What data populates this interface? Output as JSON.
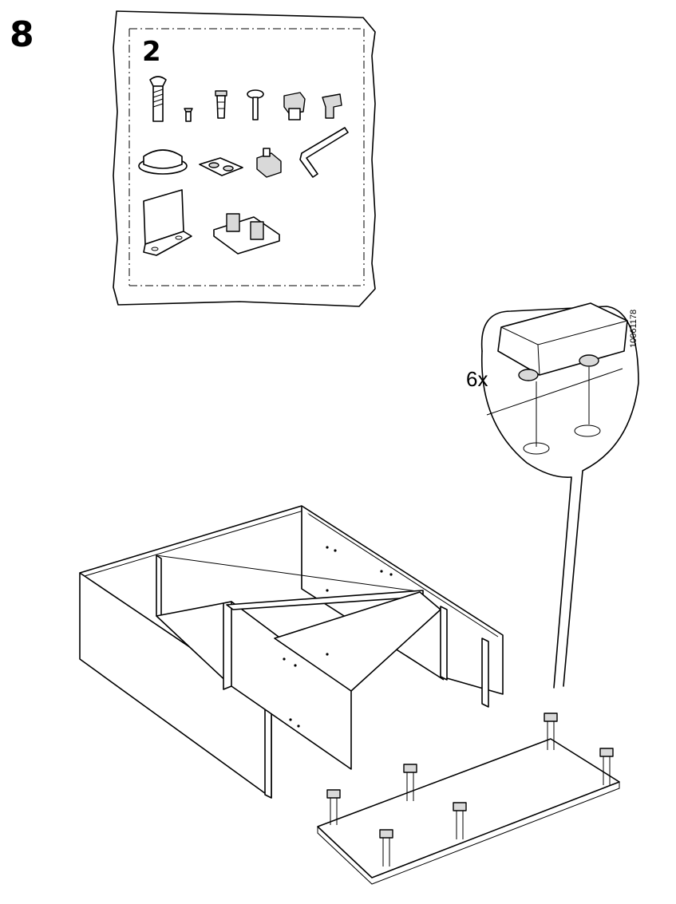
{
  "step": {
    "number": "8"
  },
  "hardware_bag": {
    "number": "2",
    "parts": [
      "cam-bolt-icon",
      "small-screw-icon",
      "wall-plug-icon",
      "shelf-pin-icon",
      "cam-lock-icon",
      "clip-icon",
      "round-foot-pad-icon",
      "double-pad-icon",
      "cam-fitting-icon",
      "allen-key-icon",
      "mounting-bracket-icon",
      "double-connector-icon"
    ]
  },
  "detail": {
    "quantity": "6x",
    "article_number": "10061178"
  }
}
